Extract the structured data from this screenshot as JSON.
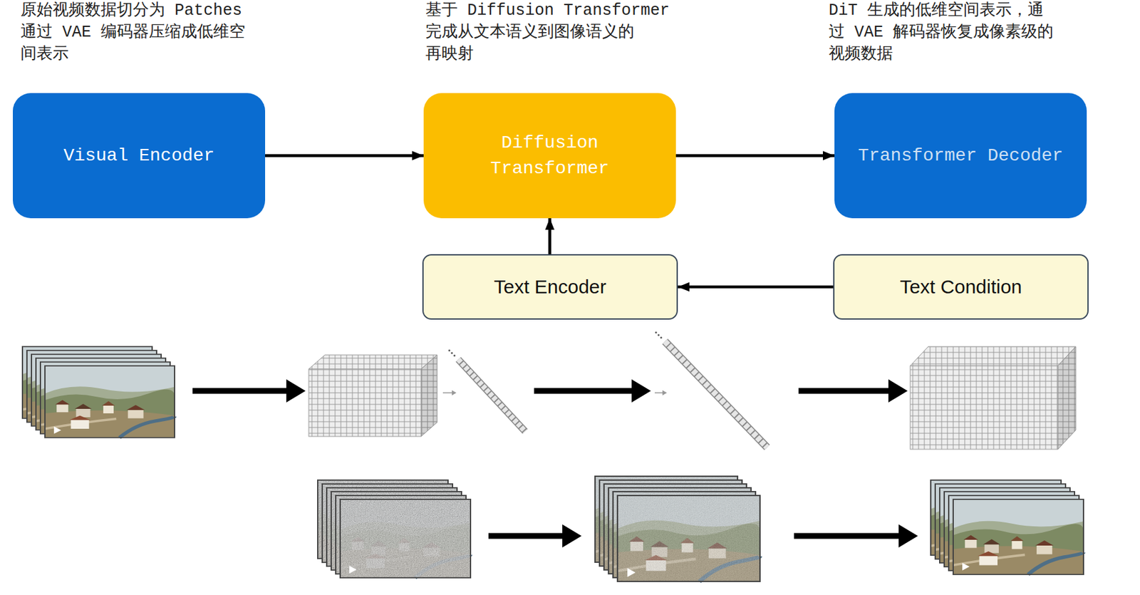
{
  "diagram": {
    "nodes": [
      {
        "text": [
          "Visual Encoder"
        ]
      },
      {
        "text": [
          "Diffusion Transformer"
        ]
      },
      {
        "text": [
          "Transformer Decoder"
        ]
      },
      {
        "text": [
          "Text Encoder"
        ]
      },
      {
        "text": [
          "Text Condition"
        ]
      }
    ],
    "edges": [
      {
        "from": 0,
        "to": 1,
        "arrow": "to"
      },
      {
        "from": 1,
        "to": 2,
        "arrow": "to"
      },
      {
        "from": 3,
        "to": 1,
        "arrow": "to"
      },
      {
        "from": 4,
        "to": 3,
        "arrow": "to"
      }
    ],
    "labels": [
      "原始视频数据切分为 Patches 通过 VAE 编码器压缩成低维空 间表示",
      "基于 Diffusion Transformer 完成从文本语义到图像语义的 再映射",
      "DiT 生成的低维空间表示，通 过 VAE 解码器恢复成像素级的 视频数据"
    ]
  }
}
